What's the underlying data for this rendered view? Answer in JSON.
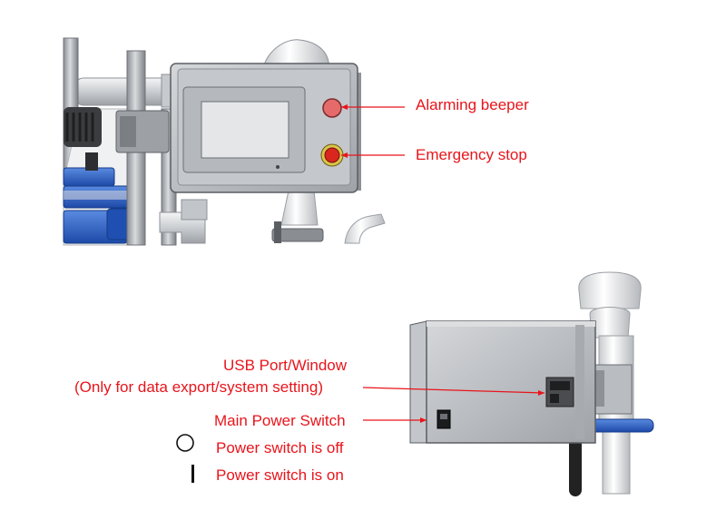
{
  "colors": {
    "accent": "#e8141b",
    "clamp_blue": "#2f64c8",
    "panel_gray": "#b8bbc0",
    "screen_gray": "#d6d8db",
    "pipe_gray": "#a9adb2",
    "glass_white": "#eef0f2"
  },
  "top_panel": {
    "labels": {
      "alarm": "Alarming beeper",
      "estop": "Emergency stop"
    },
    "icons": [
      "alarm-beeper-icon",
      "emergency-stop-icon",
      "touchscreen-icon",
      "clamp-icon"
    ]
  },
  "bottom_panel": {
    "labels": {
      "usb_line1": "USB Port/Window",
      "usb_line2": "(Only for data export/system setting)",
      "main_power": "Main Power Switch",
      "off": "Power switch is off",
      "on": "Power switch is on"
    },
    "icons": [
      "usb-port-icon",
      "power-switch-icon",
      "off-symbol-icon",
      "on-symbol-icon"
    ]
  }
}
